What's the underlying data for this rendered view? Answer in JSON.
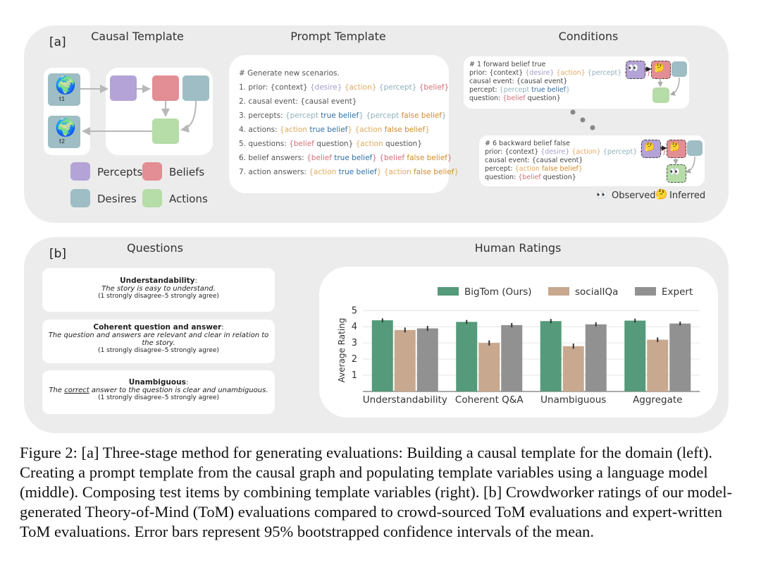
{
  "panel_a": {
    "tag": "[a]",
    "causal_title": "Causal Template",
    "prompt_title": "Prompt Template",
    "conditions_title": "Conditions",
    "time_labels": [
      "t1",
      "t2"
    ],
    "legend": [
      {
        "label": "Percepts",
        "color": "#b4a3d6"
      },
      {
        "label": "Beliefs",
        "color": "#e28e94"
      },
      {
        "label": "Desires",
        "color": "#9ebdc4"
      },
      {
        "label": "Actions",
        "color": "#b6dca8"
      }
    ],
    "prompt": {
      "header": "# Generate new scenarios.",
      "l1": {
        "n": "1. prior: {context} ",
        "desire": "{desire}",
        "action": "{action}",
        "percept": "{percept}",
        "belief": "{belief}"
      },
      "l2": "2. causal event: {causal event}",
      "l3": {
        "n": "3. percepts: ",
        "p1": "{percept ",
        "t": "true belief",
        "e1": "}",
        "p2": "{percept ",
        "f": "false belief",
        "e2": "}"
      },
      "l4": {
        "n": "4. actions: ",
        "p1": "{action ",
        "t": "true belief",
        "e1": "}",
        "p2": "{action ",
        "f": "false belief",
        "e2": "}"
      },
      "l5": {
        "n": "5. questions: ",
        "b": "{belief",
        "q1": " question}",
        "a": "{action",
        "q2": " question}"
      },
      "l6": {
        "n": "6. belief answers: ",
        "p1": "{belief ",
        "t": "true belief",
        "e1": "}",
        "p2": "{belief ",
        "f": "false belief",
        "e2": "}"
      },
      "l7": {
        "n": "7. action answers: ",
        "p1": "{action ",
        "t": "true belief",
        "e1": "}",
        "p2": "{action ",
        "f": "false belief",
        "e2": "}"
      }
    },
    "cond1": {
      "title": "# 1 forward belief true",
      "prior": "prior: {context} ",
      "desire": "{desire}",
      "action": "{action}",
      "percept": "{percept}",
      "belief": "{belief}",
      "causal": "causal event: {causal event}",
      "percept_pre": "percept: ",
      "percept_open": "{percept ",
      "percept_val": "true belief",
      "percept_close": "}",
      "q_pre": "question: ",
      "q_belief": "{belief",
      "q_rest": " question}"
    },
    "cond6": {
      "title": "# 6 backward belief false",
      "prior": "prior: {context} ",
      "desire": "{desire}",
      "action": "{action}",
      "percept": "{percept}",
      "belief": "{belief}",
      "causal": "causal event: {causal event}",
      "percept_pre": "percept: ",
      "percept_open": "{action ",
      "percept_val": "false belief",
      "percept_close": "}",
      "q_pre": "question: ",
      "q_belief": "{belief",
      "q_rest": " question}"
    },
    "observed_label": "Observed",
    "inferred_label": "Inferred"
  },
  "panel_b": {
    "tag": "[b]",
    "questions_title": "Questions",
    "ratings_title": "Human Ratings",
    "questions": [
      {
        "heading": "Understandability",
        "colon": ":",
        "text": "The story is easy to understand.",
        "scale": "(1 strongly disagree–5 strongly agree)"
      },
      {
        "heading": "Coherent question and answer",
        "colon": ":",
        "text": "The question and answers are relevant and clear in relation to the story.",
        "scale": "(1 strongly disagree–5 strongly agree)"
      },
      {
        "heading": "Unambiguous",
        "colon": ":",
        "text_pre": "The ",
        "text_underline": "correct",
        "text_post": " answer to the question is clear and unambiguous.",
        "scale": "(1 strongly disagree–5 strongly agree)"
      }
    ]
  },
  "chart_data": {
    "type": "bar",
    "categories": [
      "Understandability",
      "Coherent Q&A",
      "Unambiguous",
      "Aggregate"
    ],
    "series": [
      {
        "name": "BigTom (Ours)",
        "color": "#559a7a",
        "values": [
          4.4,
          4.3,
          4.35,
          4.38
        ],
        "err": [
          0.12,
          0.12,
          0.13,
          0.12
        ]
      },
      {
        "name": "socialIQa",
        "color": "#c8a88e",
        "values": [
          3.8,
          3.0,
          2.8,
          3.2
        ],
        "err": [
          0.15,
          0.16,
          0.16,
          0.14
        ]
      },
      {
        "name": "Expert",
        "color": "#919191",
        "values": [
          3.9,
          4.1,
          4.15,
          4.2
        ],
        "err": [
          0.15,
          0.13,
          0.13,
          0.12
        ]
      }
    ],
    "ylabel": "Average Rating",
    "yticks": [
      "1",
      "2",
      "3",
      "4",
      "5"
    ],
    "ylim": [
      0,
      5.1
    ],
    "legend_position": "top"
  },
  "caption": "Figure 2: [a] Three-stage method for generating evaluations: Building a causal template for the domain (left). Creating a prompt template from the causal graph and populating template variables using a language model (middle). Composing test items by combining template variables (right). [b] Crowdworker ratings of our model-generated Theory-of-Mind (ToM) evaluations compared to crowd-sourced ToM evaluations and expert-written ToM evaluations. Error bars represent 95% bootstrapped confidence intervals of the mean."
}
